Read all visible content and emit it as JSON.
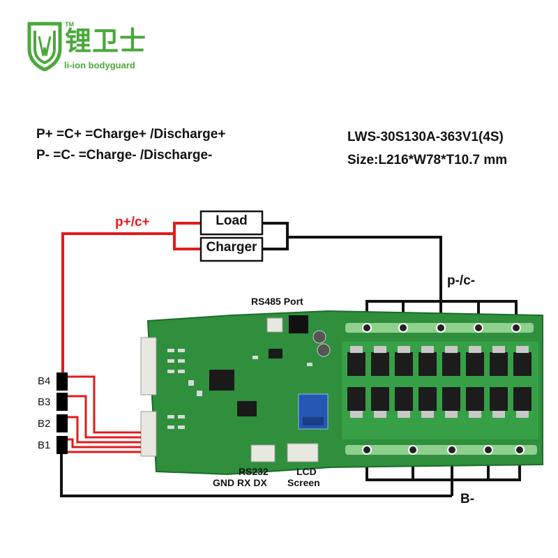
{
  "logo": {
    "brand_cn": "锂卫士",
    "brand_en": "li-ion bodyguard",
    "tm": "TM",
    "brand_color": "#4aa83a"
  },
  "definitions": {
    "line1": "P+ =C+ =Charge+ /Discharge+",
    "line2": "P-  =C- =Charge- /Discharge-"
  },
  "spec": {
    "model": "LWS-30S130A-363V1(4S)",
    "size": "Size:L216*W78*T10.7 mm"
  },
  "labels": {
    "p_plus": "p+/c+",
    "load": "Load",
    "charger": "Charger",
    "p_minus": "p-/c-",
    "rs485": "RS485 Port",
    "rs232": "RS232",
    "rs232_pins": "GND RX DX",
    "lcd": "LCD",
    "lcd_sub": "Screen",
    "b_minus": "B-"
  },
  "cells": [
    "B4",
    "B3",
    "B2",
    "B1"
  ],
  "colors": {
    "positive_wire": "#e31b1b",
    "negative_wire": "#111111",
    "pcb": "#2f8f3c",
    "mosfet": "#1c1c1c"
  }
}
